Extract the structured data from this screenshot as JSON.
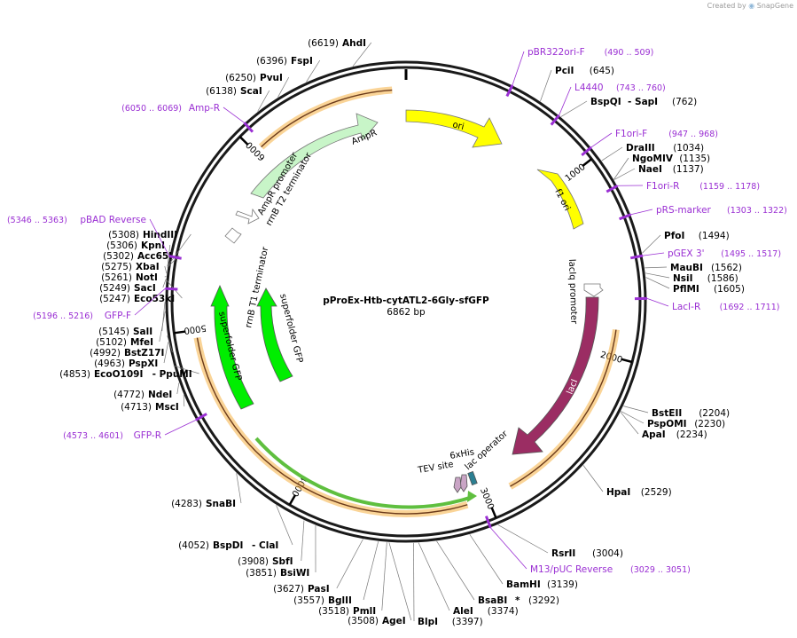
{
  "credit": {
    "text": "Created by",
    "brand": "SnapGene"
  },
  "plasmid": {
    "name": "pProEx-Htb-cytATL2-6Gly-sfGFP",
    "length_label": "6862 bp",
    "length": 6862
  },
  "colors": {
    "primer": "#9a2fd3",
    "ori": "#ffff00",
    "ampR": "#c8f5c8",
    "gfp": "#00ee00",
    "lacI": "#9b2d63",
    "orf": "#f5b041",
    "backbone": "#1a1a1a"
  },
  "ticks": [
    {
      "pos": 1000,
      "label": "1000"
    },
    {
      "pos": 2000,
      "label": "2000"
    },
    {
      "pos": 3000,
      "label": "3000"
    },
    {
      "pos": 4000,
      "label": "4000"
    },
    {
      "pos": 5000,
      "label": "5000"
    },
    {
      "pos": 6000,
      "label": "6000"
    }
  ],
  "sites_right": [
    {
      "name": "PciI",
      "pos": "(645)",
      "at": 645
    },
    {
      "name": "BspQI",
      "extra": "- SapI",
      "pos": "(762)",
      "at": 762
    },
    {
      "name": "DraIII",
      "pos": "(1034)",
      "at": 1034
    },
    {
      "name": "NgoMIV",
      "pos": "(1135)",
      "at": 1135
    },
    {
      "name": "NaeI",
      "pos": "(1137)",
      "at": 1137
    },
    {
      "name": "PfoI",
      "pos": "(1494)",
      "at": 1494
    },
    {
      "name": "MauBI",
      "pos": "(1562)",
      "at": 1562
    },
    {
      "name": "NsiI",
      "pos": "(1586)",
      "at": 1586
    },
    {
      "name": "PflMI",
      "pos": "(1605)",
      "at": 1605
    },
    {
      "name": "BstEII",
      "pos": "(2204)",
      "at": 2204
    },
    {
      "name": "PspOMI",
      "pos": "(2230)",
      "at": 2230
    },
    {
      "name": "ApaI",
      "pos": "(2234)",
      "at": 2234
    },
    {
      "name": "HpaI",
      "pos": "(2529)",
      "at": 2529
    },
    {
      "name": "RsrII",
      "pos": "(3004)",
      "at": 3004
    },
    {
      "name": "BamHI",
      "pos": "(3139)",
      "at": 3139
    },
    {
      "name": "BsaBI",
      "extra": "*",
      "pos": "(3292)",
      "at": 3292
    },
    {
      "name": "AleI",
      "pos": "(3374)",
      "at": 3374
    },
    {
      "name": "BlpI",
      "pos": "(3397)",
      "at": 3397
    }
  ],
  "sites_left": [
    {
      "name": "AhdI",
      "pos": "(6619)",
      "at": 6619
    },
    {
      "name": "FspI",
      "pos": "(6396)",
      "at": 6396
    },
    {
      "name": "PvuI",
      "pos": "(6250)",
      "at": 6250
    },
    {
      "name": "ScaI",
      "pos": "(6138)",
      "at": 6138
    },
    {
      "name": "HindIII",
      "pos": "(5308)",
      "at": 5308
    },
    {
      "name": "KpnI",
      "pos": "(5306)",
      "at": 5306
    },
    {
      "name": "Acc65I",
      "pos": "(5302)",
      "at": 5302
    },
    {
      "name": "XbaI",
      "pos": "(5275)",
      "at": 5275
    },
    {
      "name": "NotI",
      "pos": "(5261)",
      "at": 5261
    },
    {
      "name": "SacI",
      "pos": "(5249)",
      "at": 5249
    },
    {
      "name": "Eco53kI",
      "pos": "(5247)",
      "at": 5247
    },
    {
      "name": "SalI",
      "pos": "(5145)",
      "at": 5145
    },
    {
      "name": "MfeI",
      "pos": "(5102)",
      "at": 5102
    },
    {
      "name": "BstZ17I",
      "pos": "(4992)",
      "at": 4992
    },
    {
      "name": "PspXI",
      "pos": "(4963)",
      "at": 4963
    },
    {
      "name": "EcoO109I",
      "extra": "- PpuMI",
      "pos": "(4853)",
      "at": 4853
    },
    {
      "name": "NdeI",
      "pos": "(4772)",
      "at": 4772
    },
    {
      "name": "MscI",
      "pos": "(4713)",
      "at": 4713
    },
    {
      "name": "SnaBI",
      "pos": "(4283)",
      "at": 4283
    },
    {
      "name": "BspDI",
      "extra": "- ClaI",
      "pos": "(4052)",
      "at": 4052
    },
    {
      "name": "SbfI",
      "pos": "(3908)",
      "at": 3908
    },
    {
      "name": "BsiWI",
      "pos": "(3851)",
      "at": 3851
    },
    {
      "name": "PasI",
      "pos": "(3627)",
      "at": 3627
    },
    {
      "name": "BglII",
      "pos": "(3557)",
      "at": 3557
    },
    {
      "name": "PmlI",
      "pos": "(3518)",
      "at": 3518
    },
    {
      "name": "AgeI",
      "pos": "(3508)",
      "at": 3508
    }
  ],
  "primers": [
    {
      "name": "pBR322ori-F",
      "range": "(490 .. 509)",
      "at": 499
    },
    {
      "name": "L4440",
      "range": "(743 .. 760)",
      "at": 751
    },
    {
      "name": "F1ori-F",
      "range": "(947 .. 968)",
      "at": 957
    },
    {
      "name": "F1ori-R",
      "range": "(1159 .. 1178)",
      "at": 1168
    },
    {
      "name": "pRS-marker",
      "range": "(1303 .. 1322)",
      "at": 1312
    },
    {
      "name": "pGEX 3'",
      "range": "(1495 .. 1517)",
      "at": 1506
    },
    {
      "name": "LacI-R",
      "range": "(1692 .. 1711)",
      "at": 1701
    },
    {
      "name": "M13/pUC Reverse",
      "range": "(3029 .. 3051)",
      "at": 3040
    },
    {
      "name": "GFP-R",
      "range": "(4573 .. 4601)",
      "at": 4587
    },
    {
      "name": "GFP-F",
      "range": "(5196 .. 5216)",
      "at": 5206
    },
    {
      "name": "pBAD Reverse",
      "range": "(5346 .. 5363)",
      "at": 5354
    },
    {
      "name": "Amp-R",
      "range": "(6050 .. 6069)",
      "at": 6059
    }
  ],
  "features": [
    {
      "name": "ori",
      "type": "ori"
    },
    {
      "name": "f1 ori",
      "type": "ori"
    },
    {
      "name": "AmpR",
      "type": "cds"
    },
    {
      "name": "AmpR promoter",
      "type": "promoter"
    },
    {
      "name": "rrnB T2 terminator",
      "type": "terminator"
    },
    {
      "name": "rrnB T1 terminator",
      "type": "terminator"
    },
    {
      "name": "lacIq promoter",
      "type": "promoter"
    },
    {
      "name": "lacI",
      "type": "cds"
    },
    {
      "name": "superfolder GFP",
      "type": "cds"
    },
    {
      "name": "superfolder GFP",
      "type": "cds"
    },
    {
      "name": "6xHis",
      "type": "tag"
    },
    {
      "name": "TEV site",
      "type": "site"
    },
    {
      "name": "lac operator",
      "type": "operator"
    }
  ]
}
